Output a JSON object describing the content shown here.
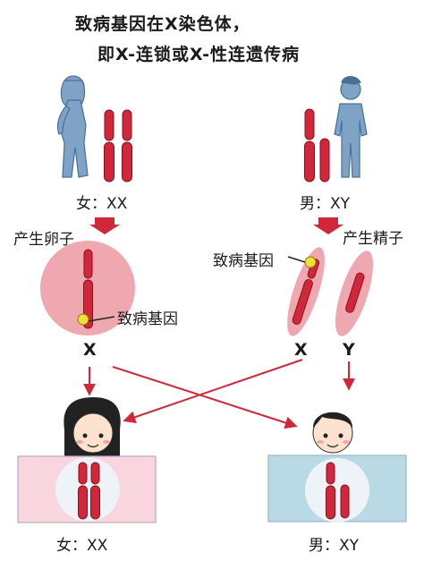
{
  "title": {
    "line1": "致病基因在X染色体，",
    "line2": "即X-连锁或X-性连遗传病"
  },
  "parents": {
    "female_label": "女：XX",
    "male_label": "男：XY"
  },
  "gametes": {
    "egg_label": "产生卵子",
    "sperm_label": "产生精子",
    "gene_label_egg": "致病基因",
    "gene_label_sperm": "致病基因",
    "egg_chrom": "X",
    "sperm_x": "X",
    "sperm_y": "Y"
  },
  "children": {
    "daughter_label": "女：XX",
    "son_label": "男：XY"
  },
  "colors": {
    "chromosome": "#d0283a",
    "female_circle": "#f0a8b0",
    "female_box": "#f9d5dd",
    "male_box": "#b9d9e4",
    "gene_dot": "#f2e03a",
    "body": "#7fa3c6"
  }
}
